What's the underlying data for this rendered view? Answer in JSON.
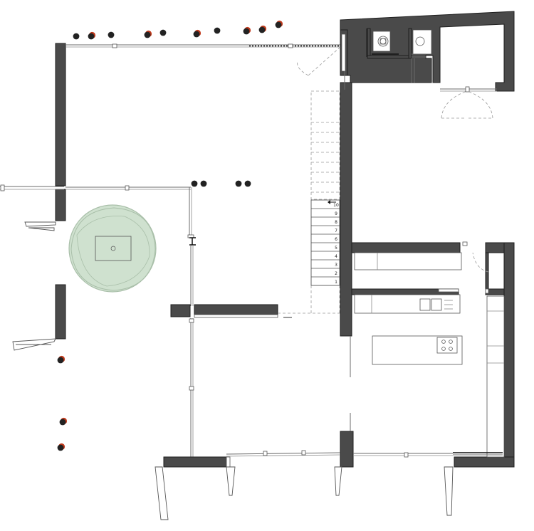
{
  "plan": {
    "stair": {
      "steps": [
        "10",
        "9",
        "8",
        "7",
        "6",
        "5",
        "4",
        "3",
        "2",
        "1"
      ]
    },
    "colors": {
      "wall": "#4a4a4a",
      "wall_outline": "#1e1e1e",
      "line": "#6b6b6b",
      "tree_fill": "#cfe1cf",
      "tree_stroke": "#a9bfa9",
      "post_dark": "#222222",
      "post_accent": "#c0391b"
    }
  }
}
